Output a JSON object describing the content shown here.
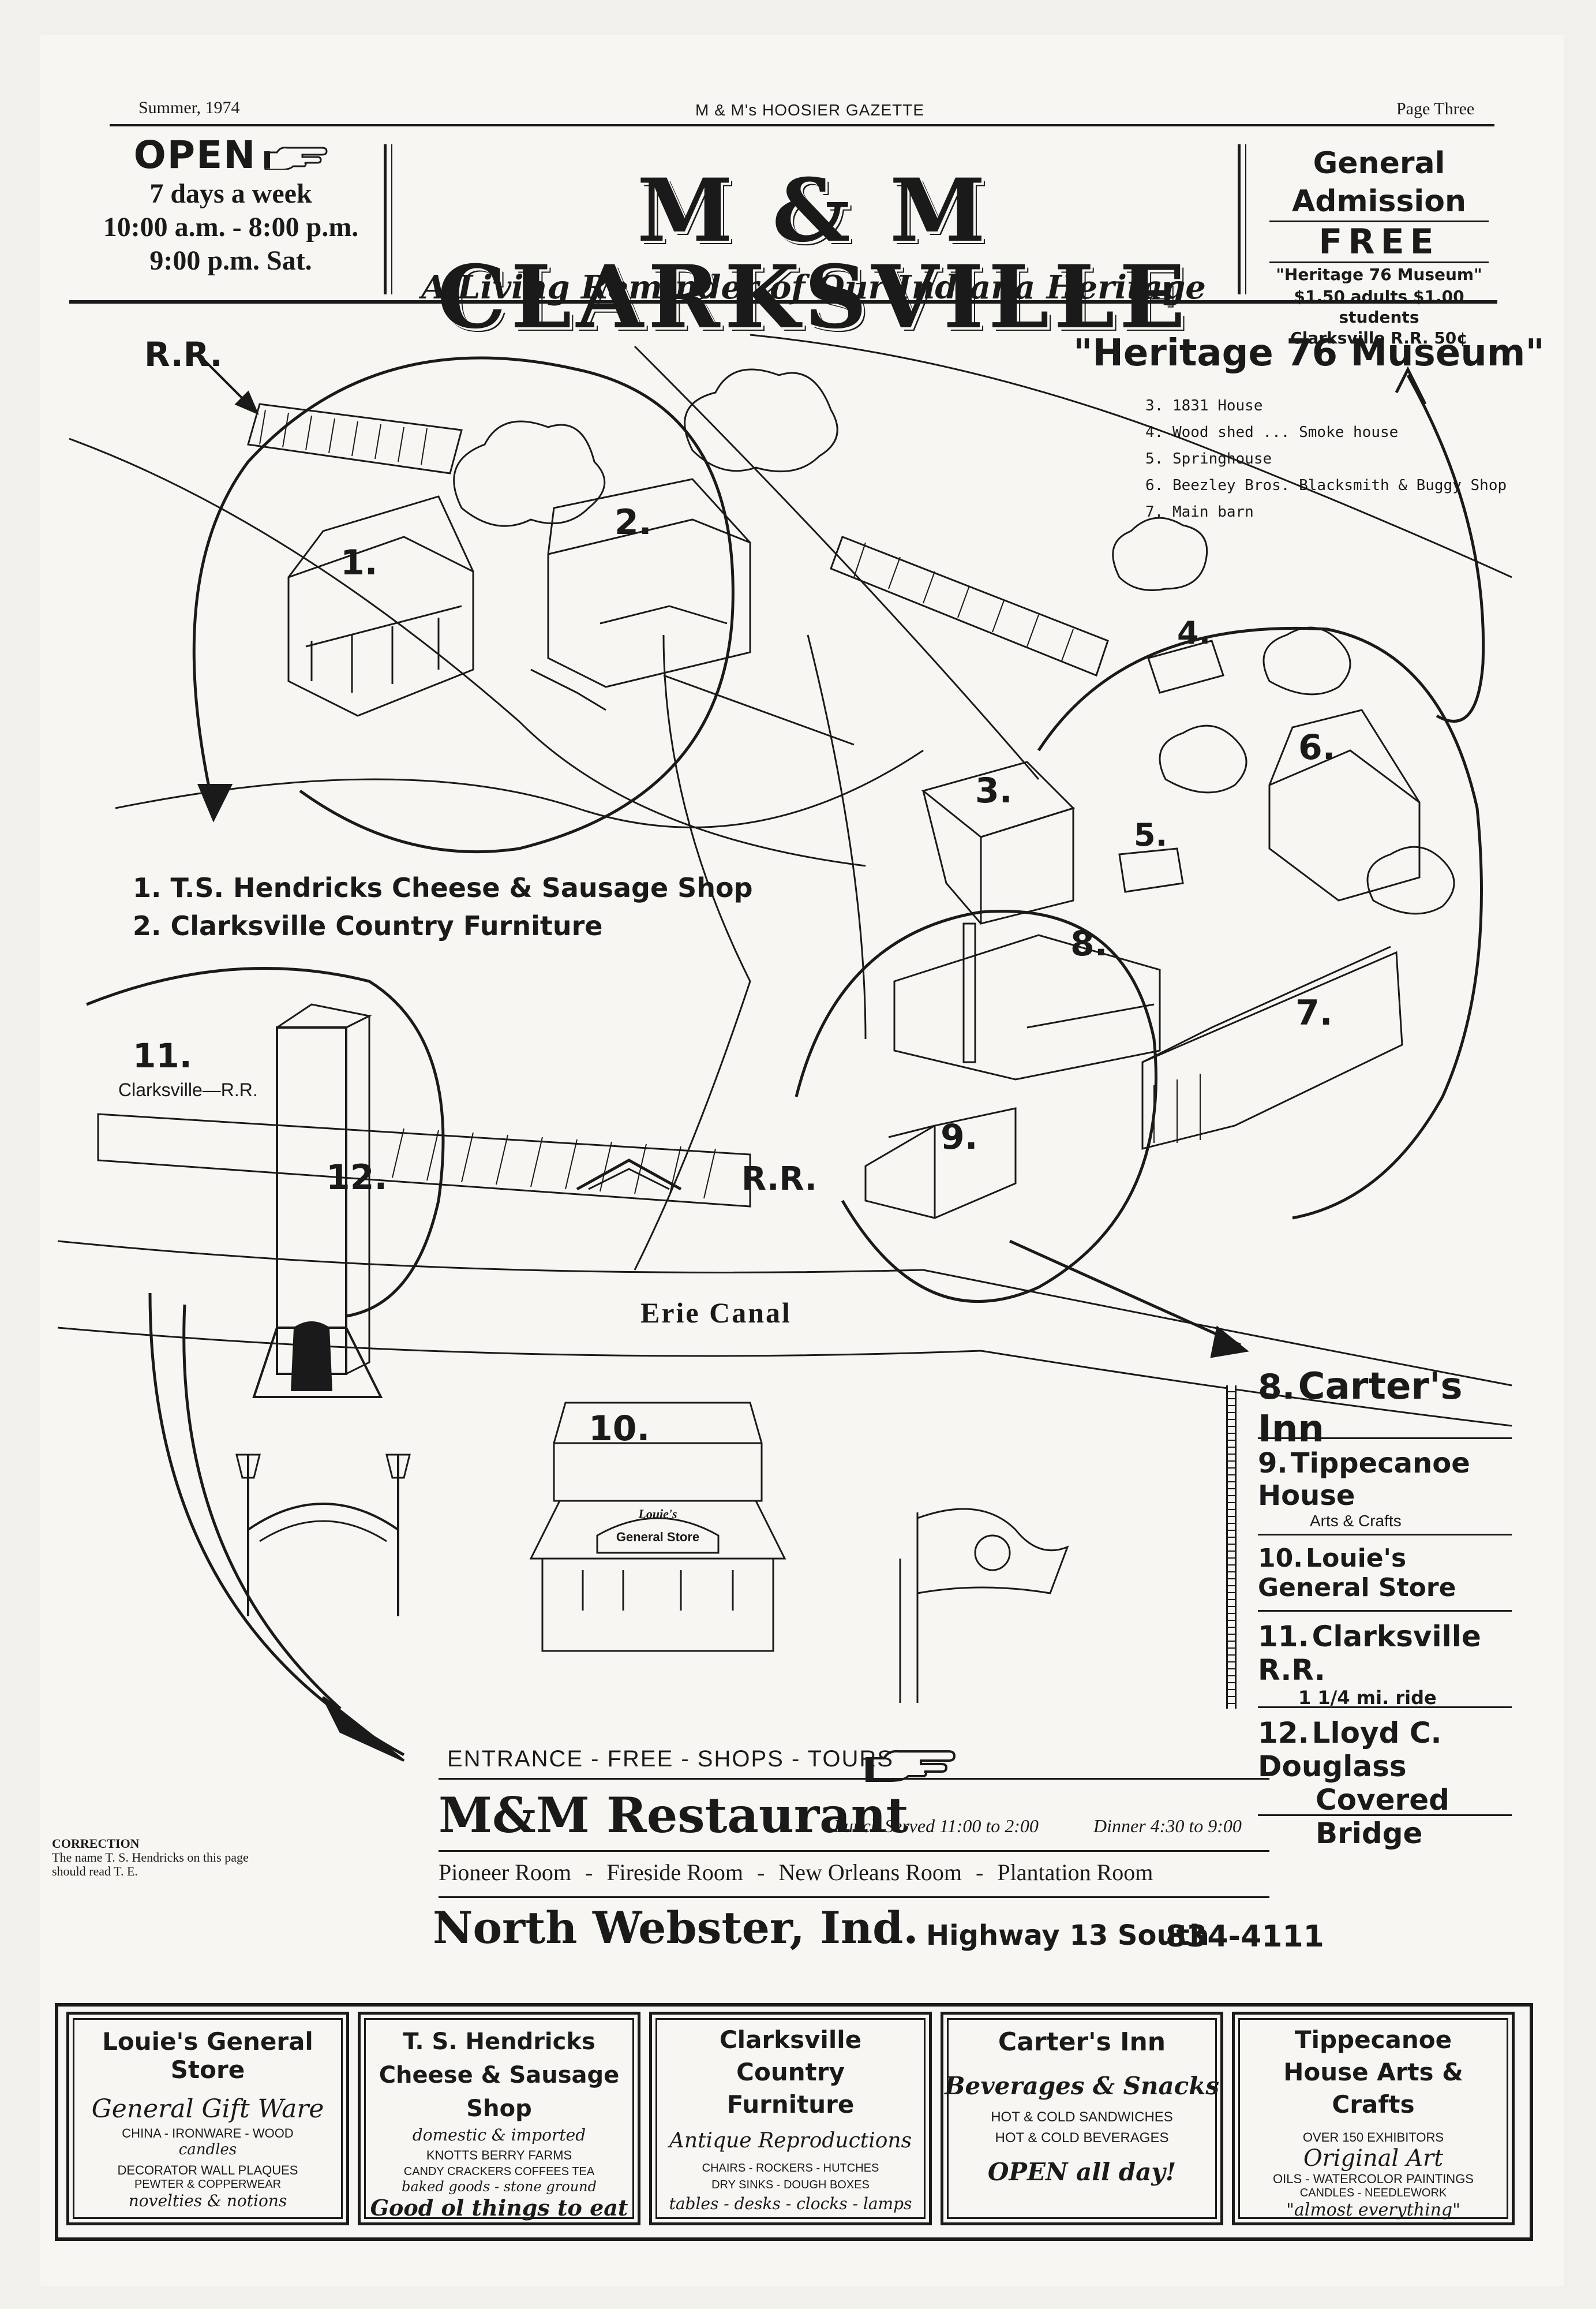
{
  "header": {
    "season": "Summer, 1974",
    "paper_name": "M & M's HOOSIER GAZETTE",
    "page": "Page Three"
  },
  "open_box": {
    "title": "OPEN",
    "line1": "7 days a week",
    "line2": "10:00 a.m. - 8:00 p.m.",
    "line3": "9:00 p.m. Sat."
  },
  "masthead": {
    "title": "M & M CLARKSVILLE",
    "subtitle": "A Living Reminder of Our Indiana Heritage"
  },
  "admission": {
    "title": "General Admission",
    "free": "FREE",
    "museum": "\"Heritage 76 Museum\"",
    "prices": "$1.50 adults $1.00 students",
    "railroad": "Clarksville R.R. 50¢"
  },
  "map": {
    "rr_top": "R.R.",
    "rr_mid": "R.R.",
    "museum_title": "\"Heritage 76 Museum\"",
    "museum_items": [
      "3. 1831 House",
      "4. Wood shed ... Smoke house",
      "5. Springhouse",
      "6. Beezley Bros. Blacksmith & Buggy Shop",
      "7. Main barn"
    ],
    "left_items": [
      "1. T.S. Hendricks Cheese & Sausage Shop",
      "2. Clarksville Country Furniture"
    ],
    "num_11": "11.",
    "clarksville_rr": "Clarksville—R.R.",
    "erie_canal": "Erie Canal",
    "sign_louies": "Louie's",
    "sign_general_store": "General Store",
    "building_numbers": [
      "1.",
      "2.",
      "3.",
      "4.",
      "5.",
      "6.",
      "7.",
      "8.",
      "9.",
      "10.",
      "12."
    ]
  },
  "right_list": [
    {
      "num": "8.",
      "name": "Carter's Inn",
      "sub": ""
    },
    {
      "num": "9.",
      "name": "Tippecanoe House",
      "sub": "Arts & Crafts"
    },
    {
      "num": "10.",
      "name": "Louie's General Store",
      "sub": ""
    },
    {
      "num": "11.",
      "name": "Clarksville R.R.",
      "sub": "1 1/4 mi. ride"
    },
    {
      "num": "12.",
      "name": "Lloyd C. Douglass",
      "sub": "Covered Bridge"
    }
  ],
  "entrance": "ENTRANCE - FREE - SHOPS - TOURS",
  "restaurant": {
    "name": "M&M Restaurant",
    "lunch": "Lunch Served 11:00 to 2:00",
    "dinner": "Dinner 4:30 to 9:00",
    "rooms": [
      "Pioneer Room",
      "Fireside Room",
      "New Orleans Room",
      "Plantation Room"
    ],
    "location": "North Webster, Ind.",
    "highway": "Highway 13 South",
    "phone": "834-4111"
  },
  "correction": {
    "title": "CORRECTION",
    "text": "The name T. S. Hendricks on this page should read T. E."
  },
  "ads": [
    {
      "title": "Louie's General Store",
      "lines": [
        "General Gift Ware",
        "CHINA - IRONWARE - WOOD",
        "candles",
        "DECORATOR WALL PLAQUES",
        "PEWTER & COPPERWEAR",
        "novelties & notions"
      ]
    },
    {
      "title": "T. S. Hendricks Cheese & Sausage Shop",
      "lines": [
        "domestic & imported",
        "KNOTTS BERRY FARMS",
        "CANDY CRACKERS COFFEES TEA",
        "baked goods - stone ground",
        "Good ol things to eat"
      ]
    },
    {
      "title": "Clarksville Country Furniture",
      "lines": [
        "Antique Reproductions",
        "CHAIRS - ROCKERS - HUTCHES",
        "DRY SINKS - DOUGH BOXES",
        "tables - desks - clocks - lamps"
      ]
    },
    {
      "title": "Carter's Inn",
      "lines": [
        "Beverages & Snacks",
        "HOT & COLD SANDWICHES",
        "HOT & COLD BEVERAGES",
        "OPEN all day!"
      ]
    },
    {
      "title": "Tippecanoe House Arts & Crafts",
      "lines": [
        "OVER 150 EXHIBITORS",
        "Original Art",
        "OILS - WATERCOLOR PAINTINGS",
        "CANDLES - NEEDLEWORK",
        "\"almost everything\""
      ]
    }
  ]
}
